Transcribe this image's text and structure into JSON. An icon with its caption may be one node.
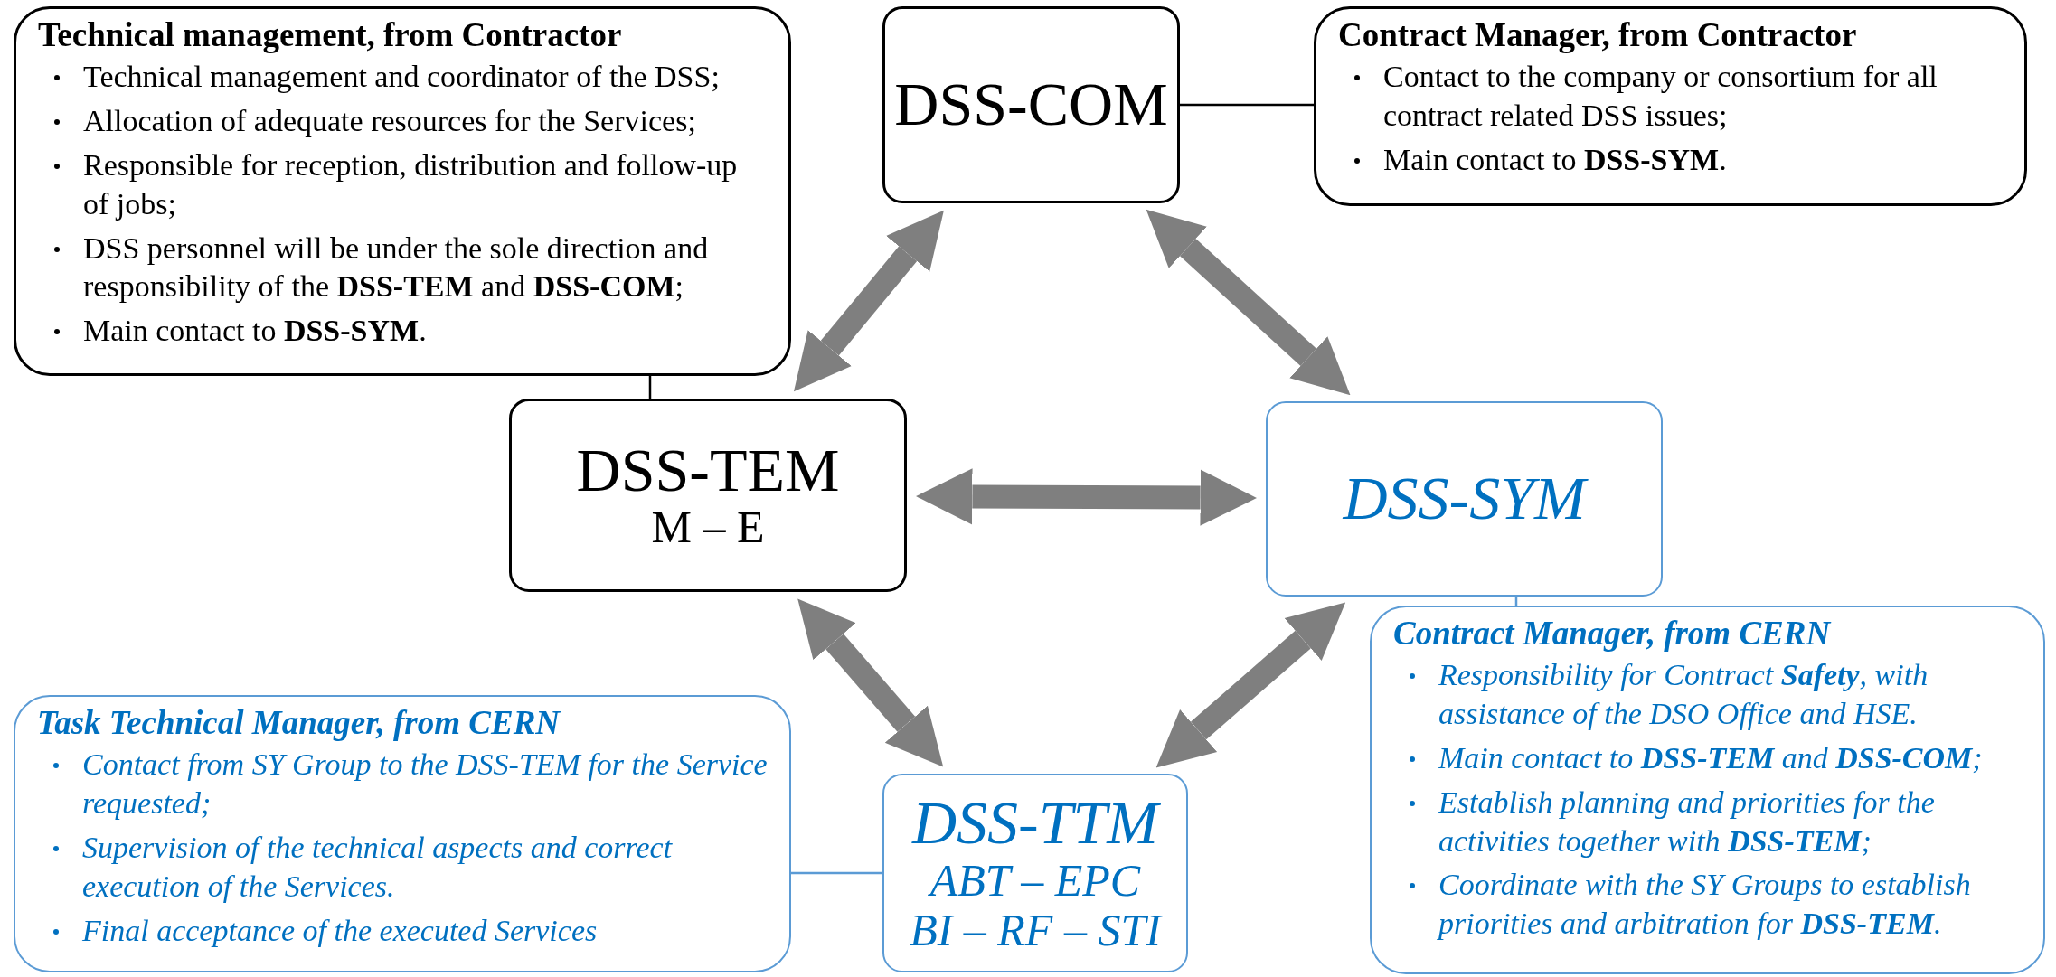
{
  "diagram": {
    "nodes": [
      {
        "text": [
          "Technical management, from Contractor",
          "Technical management and coordinator of the DSS;",
          "Allocation of adequate resources for the Services;",
          "Responsible for reception, distribution and follow-up of jobs;",
          "DSS personnel will be under the sole direction and responsibility of the **DSS-TEM** and **DSS-COM**;",
          "Main contact to **DSS-SYM**."
        ]
      },
      {
        "text": [
          "DSS-COM"
        ]
      },
      {
        "text": [
          "Contract Manager, from Contractor",
          "Contact to the company or consortium for all contract related DSS issues;",
          "Main contact to **DSS-SYM**."
        ]
      },
      {
        "text": [
          "DSS-TEM",
          "M – E"
        ]
      },
      {
        "text": [
          "DSS-SYM"
        ]
      },
      {
        "text": [
          "Contract Manager, from CERN",
          "Responsibility for Contract **Safety**, with assistance of the DSO Office and HSE.",
          "Main contact to **DSS-TEM** and **DSS-COM**;",
          "Establish planning and priorities for the activities together with **DSS-TEM**;",
          "Coordinate with the SY Groups to establish priorities and arbitration for **DSS-TEM**."
        ]
      },
      {
        "text": [
          "Task Technical Manager, from CERN",
          "Contact from SY Group to the DSS-TEM for the Service requested;",
          "Supervision of the technical aspects and correct execution of the Services.",
          "Final acceptance of the executed Services"
        ]
      },
      {
        "text": [
          "DSS-TTM",
          "ABT – EPC",
          "BI – RF – STI"
        ]
      }
    ],
    "edges": [
      {
        "from": 3,
        "to": 1,
        "arrow": "both"
      },
      {
        "from": 1,
        "to": 4,
        "arrow": "both"
      },
      {
        "from": 3,
        "to": 4,
        "arrow": "both"
      },
      {
        "from": 3,
        "to": 7,
        "arrow": "both"
      },
      {
        "from": 4,
        "to": 7,
        "arrow": "both"
      },
      {
        "from": 0,
        "to": 3,
        "arrow": "none",
        "color": "#000000"
      },
      {
        "from": 1,
        "to": 2,
        "arrow": "none",
        "color": "#000000"
      },
      {
        "from": 4,
        "to": 5,
        "arrow": "none",
        "color": "#5b9bd5"
      },
      {
        "from": 6,
        "to": 7,
        "arrow": "none",
        "color": "#5b9bd5"
      }
    ]
  }
}
